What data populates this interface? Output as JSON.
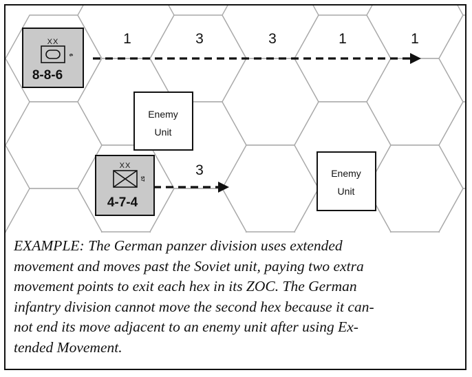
{
  "hex_map": {
    "panzer_path_costs": [
      "1",
      "3",
      "3",
      "1",
      "1"
    ],
    "infantry_path_costs": [
      "3"
    ]
  },
  "units": {
    "panzer": {
      "size": "XX",
      "id": "6",
      "factors": "8-8-6",
      "type_icon": "armor-symbol"
    },
    "infantry": {
      "size": "XX",
      "id": "57",
      "factors": "4-7-4",
      "type_icon": "infantry-symbol"
    },
    "enemy_1": {
      "line1": "Enemy",
      "line2": "Unit"
    },
    "enemy_2": {
      "line1": "Enemy",
      "line2": "Unit"
    }
  },
  "caption": {
    "lines": [
      "EXAMPLE: The German panzer division uses extended",
      "movement and moves past the Soviet unit, paying two extra",
      "movement points to exit each hex in its ZOC. The German",
      "infantry division cannot move the second hex because it can-",
      "not end its move adjacent to an enemy unit after using Ex-",
      "tended Movement."
    ]
  },
  "colors": {
    "german_counter": "#c9c9c9",
    "soviet_counter": "#ffffff",
    "hex_edge": "#a9a9a9"
  }
}
